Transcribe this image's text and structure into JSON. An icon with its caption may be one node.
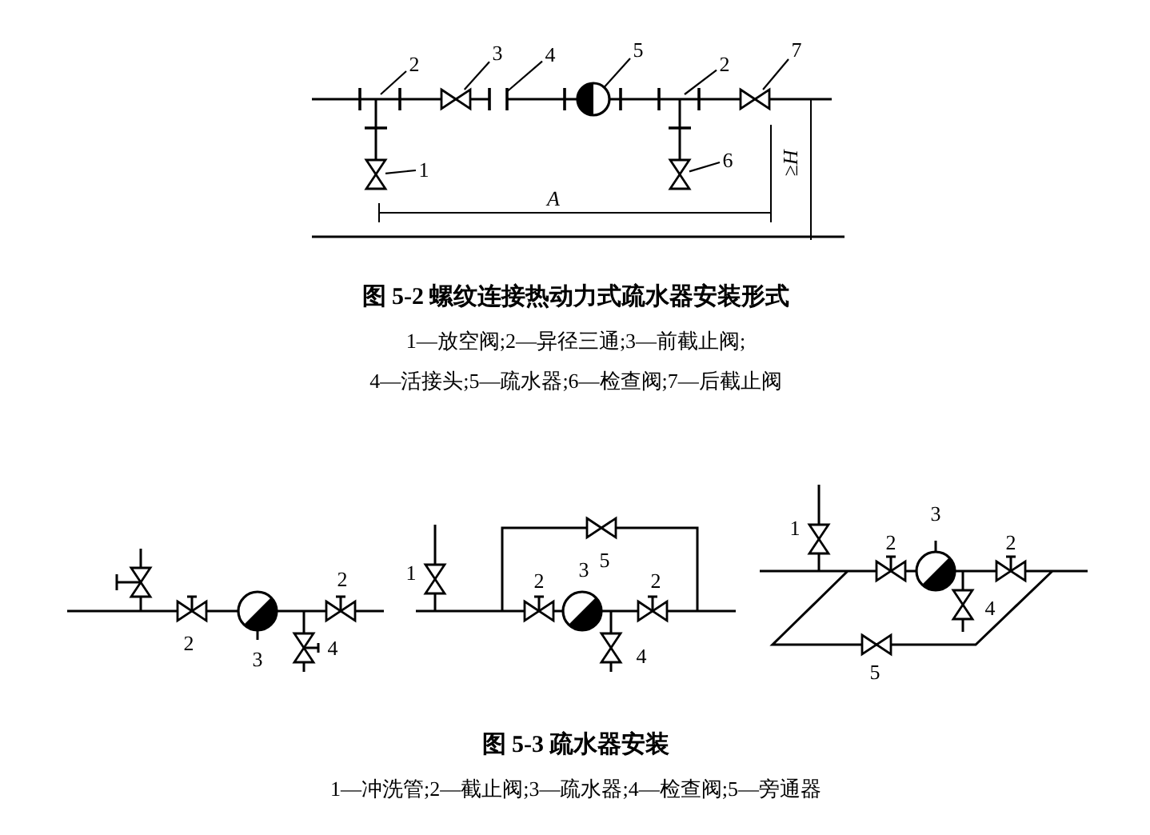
{
  "diagram": {
    "nodes": [
      {
        "text": [
          "2"
        ]
      },
      {
        "text": [
          "3"
        ]
      },
      {
        "text": [
          "4"
        ]
      },
      {
        "text": [
          "5"
        ]
      },
      {
        "text": [
          "2"
        ]
      },
      {
        "text": [
          "7"
        ]
      },
      {
        "text": [
          "1"
        ]
      },
      {
        "text": [
          "6"
        ]
      },
      {
        "text": [],
        "shape": "valve"
      },
      {
        "text": [],
        "shape": "bar"
      },
      {
        "text": [],
        "shape": "circle"
      },
      {
        "text": [],
        "shape": "valve"
      },
      {
        "text": [],
        "shape": "valve"
      },
      {
        "text": [],
        "shape": "valve"
      }
    ],
    "edges": [
      {
        "from": 0,
        "to": null,
        "arrow": "none"
      },
      {
        "from": 1,
        "to": 8,
        "arrow": "none"
      },
      {
        "from": 2,
        "to": 9,
        "arrow": "none"
      },
      {
        "from": 3,
        "to": 10,
        "arrow": "none"
      },
      {
        "from": 4,
        "to": null,
        "arrow": "none"
      },
      {
        "from": 5,
        "to": 11,
        "arrow": "none"
      },
      {
        "from": 6,
        "to": 12,
        "arrow": "none"
      },
      {
        "from": 7,
        "to": 13,
        "arrow": "none"
      }
    ],
    "labels": [
      "≥H",
      "A",
      "图 5-2 螺纹连接热动力式疏水器安装形式",
      "1—放空阀;2—异径三通;3—前截止阀;",
      "4—活接头;5—疏水器;6—检查阀;7—后截止阀",
      "2",
      "3",
      "2",
      "4",
      "1",
      "5",
      "3",
      "2",
      "2",
      "4",
      "1",
      "3",
      "2",
      "2",
      "4",
      "5",
      "图 5-3 疏水器安装",
      "1—冲洗管;2—截止阀;3—疏水器;4—检查阀;5—旁通器"
    ]
  }
}
